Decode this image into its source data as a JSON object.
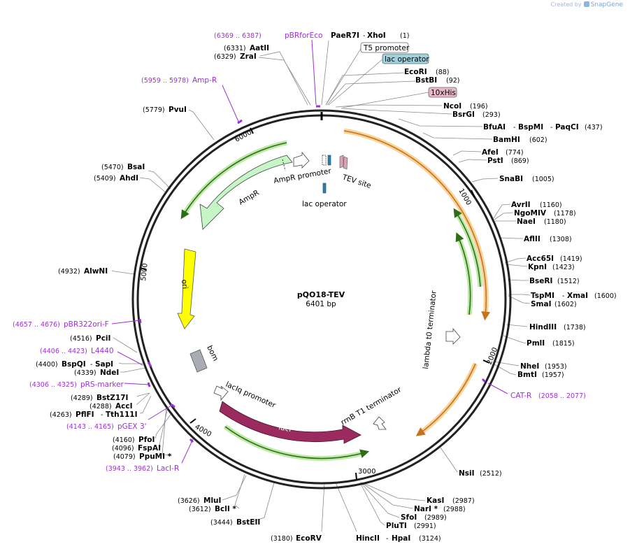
{
  "credit": {
    "prefix": "Created by",
    "brand": "SnapGene"
  },
  "plasmid": {
    "name": "pQO18-TEV",
    "length_label": "6401 bp"
  },
  "ticks": [
    "1000",
    "2000",
    "3000",
    "4000",
    "5000",
    "6000"
  ],
  "enzymes": [
    {
      "name": "PaeR7I",
      "name2": "XhoI",
      "pos": "(1)"
    },
    {
      "name": "AatII",
      "pos": "(6331)"
    },
    {
      "name": "ZraI",
      "pos": "(6329)"
    },
    {
      "name": "EcoRI",
      "pos": "(88)"
    },
    {
      "name": "BstBI",
      "pos": "(92)"
    },
    {
      "name": "NcoI",
      "pos": "(196)"
    },
    {
      "name": "BsrGI",
      "pos": "(293)"
    },
    {
      "name": "BfuAI",
      "name2": "BspMI",
      "name3": "PaqCI",
      "pos": "(437)"
    },
    {
      "name": "BamHI",
      "pos": "(602)"
    },
    {
      "name": "AfeI",
      "pos": "(774)"
    },
    {
      "name": "PstI",
      "pos": "(869)"
    },
    {
      "name": "SnaBI",
      "pos": "(1005)"
    },
    {
      "name": "AvrII",
      "pos": "(1160)"
    },
    {
      "name": "NgoMIV",
      "pos": "(1178)"
    },
    {
      "name": "NaeI",
      "pos": "(1180)"
    },
    {
      "name": "AflII",
      "pos": "(1308)"
    },
    {
      "name": "Acc65I",
      "pos": "(1419)"
    },
    {
      "name": "KpnI",
      "pos": "(1423)"
    },
    {
      "name": "BseRI",
      "pos": "(1512)"
    },
    {
      "name": "TspMI",
      "name2": "XmaI",
      "pos": "(1600)"
    },
    {
      "name": "SmaI",
      "pos": "(1602)"
    },
    {
      "name": "HindIII",
      "pos": "(1738)"
    },
    {
      "name": "PmlI",
      "pos": "(1815)"
    },
    {
      "name": "NheI",
      "pos": "(1953)"
    },
    {
      "name": "BmtI",
      "pos": "(1957)"
    },
    {
      "name": "NsiI",
      "pos": "(2512)"
    },
    {
      "name": "KasI",
      "pos": "(2987)"
    },
    {
      "name": "NarI *",
      "pos": "(2988)"
    },
    {
      "name": "SfoI",
      "pos": "(2989)"
    },
    {
      "name": "PluTI",
      "pos": "(2991)"
    },
    {
      "name": "HincII",
      "name2": "HpaI",
      "pos": "(3124)"
    },
    {
      "name": "EcoRV",
      "pos": "(3180)"
    },
    {
      "name": "BstEII",
      "pos": "(3444)"
    },
    {
      "name": "MluI",
      "pos": "(3626)"
    },
    {
      "name": "BclI *",
      "pos": "(3612)"
    },
    {
      "name": "PfoI",
      "pos": "(4160)"
    },
    {
      "name": "FspAI",
      "pos": "(4096)"
    },
    {
      "name": "PpuMI *",
      "pos": "(4079)"
    },
    {
      "name": "BstZ17I",
      "pos": "(4289)"
    },
    {
      "name": "AccI",
      "pos": "(4288)"
    },
    {
      "name": "PflFI",
      "name2": "Tth111I",
      "pos": "(4263)"
    },
    {
      "name": "BspQI",
      "name2": "SapI",
      "pos": "(4400)"
    },
    {
      "name": "NdeI",
      "pos": "(4339)"
    },
    {
      "name": "PciI",
      "pos": "(4516)"
    },
    {
      "name": "AlwNI",
      "pos": "(4932)"
    },
    {
      "name": "BsaI",
      "pos": "(5470)"
    },
    {
      "name": "AhdI",
      "pos": "(5409)"
    },
    {
      "name": "PvuI",
      "pos": "(5779)"
    }
  ],
  "primers": [
    {
      "range": "(6369 .. 6387)",
      "name": "pBRforEco"
    },
    {
      "range": "(5959 .. 5978)",
      "name": "Amp-R"
    },
    {
      "range": "(4657 .. 4676)",
      "name": "pBR322ori-F"
    },
    {
      "range": "(4406 .. 4423)",
      "name": "L4440"
    },
    {
      "range": "(4306 .. 4325)",
      "name": "pRS-marker"
    },
    {
      "range": "(4143 .. 4165)",
      "name": "pGEX 3'"
    },
    {
      "range": "(3943 .. 3962)",
      "name": "LacI-R"
    },
    {
      "range": "(2058 .. 2077)",
      "name": "CAT-R"
    }
  ],
  "boxed_features": [
    {
      "label": "T5 promoter",
      "fill": "#ffffff"
    },
    {
      "label": "lac operator",
      "fill": "#9fd1de"
    },
    {
      "label": "10xHis",
      "fill": "#e8b9c6"
    }
  ],
  "features": {
    "amp_promoter": "AmpR promoter",
    "ampr": "AmpR",
    "tev": "TEV site",
    "lac_operator": "lac operator",
    "ori": "ori",
    "bom": "bom",
    "laciq_promoter": "lacIq promoter",
    "laci": "lacI",
    "rrnb": "rrnB T1 terminator",
    "lambda": "lambda t0 terminator"
  },
  "colors": {
    "ampr": "#c6f5c6",
    "ori": "#ffff00",
    "laci": "#9b2a5e",
    "bom": "#a9acb3",
    "orf_orange": "#f5c06d",
    "orf_green": "#4f9b2f",
    "primer": "#9b30d9"
  }
}
